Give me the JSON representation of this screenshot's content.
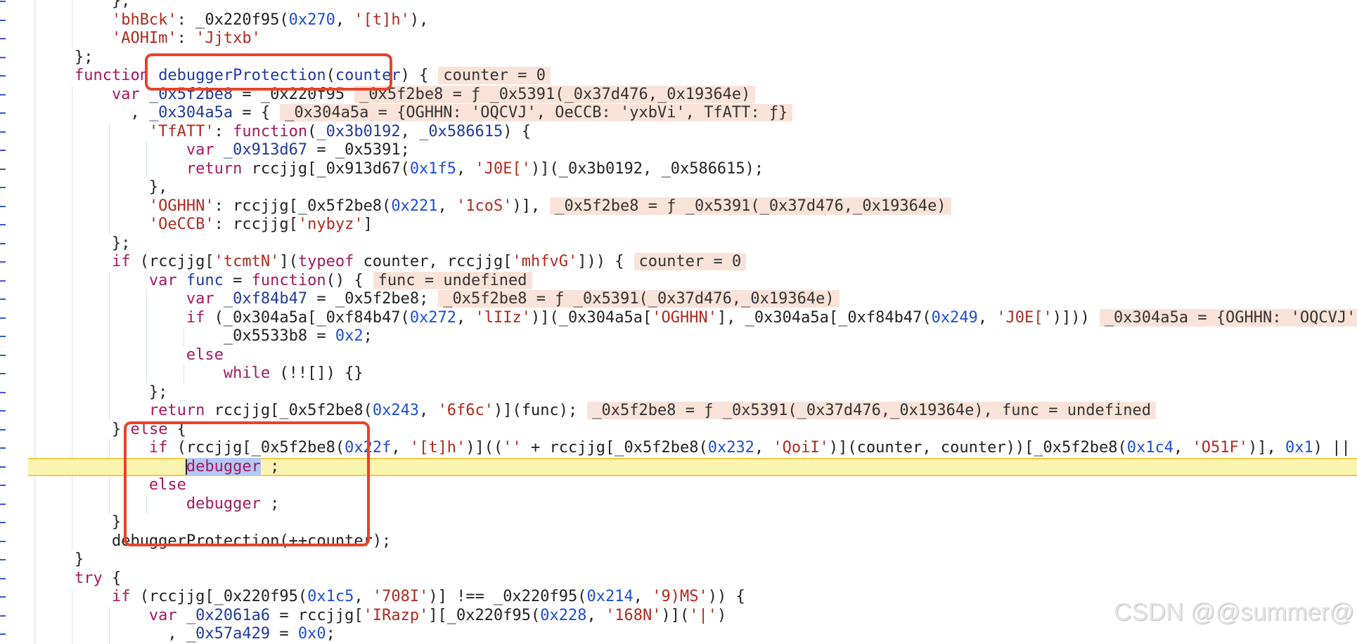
{
  "editor": {
    "current_line": 25,
    "lines": [
      {
        "indent": 12,
        "tokens": [
          [
            "p",
            "},"
          ]
        ]
      },
      {
        "indent": 12,
        "tokens": [
          [
            "s",
            "'bhBck'"
          ],
          [
            "p",
            ": _0x220f95("
          ],
          [
            "n",
            "0x270"
          ],
          [
            "p",
            ", "
          ],
          [
            "s",
            "'[t]h'"
          ],
          [
            "p",
            "),"
          ]
        ]
      },
      {
        "indent": 12,
        "tokens": [
          [
            "s",
            "'AOHIm'"
          ],
          [
            "p",
            ": "
          ],
          [
            "s",
            "'Jjtxb'"
          ]
        ]
      },
      {
        "indent": 8,
        "tokens": [
          [
            "p",
            "};"
          ]
        ]
      },
      {
        "indent": 8,
        "tokens": [
          [
            "k",
            "function"
          ],
          [
            "p",
            " "
          ],
          [
            "d",
            "debuggerProtection"
          ],
          [
            "p",
            "("
          ],
          [
            "d",
            "counter"
          ],
          [
            "p",
            ") {"
          ]
        ],
        "note": "counter = 0"
      },
      {
        "indent": 12,
        "tokens": [
          [
            "k",
            "var"
          ],
          [
            "p",
            " "
          ],
          [
            "d",
            "_0x5f2be8"
          ],
          [
            "p",
            " = _0x220f95"
          ]
        ],
        "note": "_0x5f2be8 = ƒ _0x5391(_0x37d476,_0x19364e)"
      },
      {
        "indent": 14,
        "tokens": [
          [
            "p",
            ", "
          ],
          [
            "d",
            "_0x304a5a"
          ],
          [
            "p",
            " = {"
          ]
        ],
        "note": "_0x304a5a = {OGHHN: 'OQCVJ', OeCCB: 'yxbVi', TfATT: ƒ}"
      },
      {
        "indent": 16,
        "tokens": [
          [
            "s",
            "'TfATT'"
          ],
          [
            "p",
            ": "
          ],
          [
            "k",
            "function"
          ],
          [
            "p",
            "("
          ],
          [
            "d",
            "_0x3b0192"
          ],
          [
            "p",
            ", "
          ],
          [
            "d",
            "_0x586615"
          ],
          [
            "p",
            ") {"
          ]
        ]
      },
      {
        "indent": 20,
        "tokens": [
          [
            "k",
            "var"
          ],
          [
            "p",
            " "
          ],
          [
            "d",
            "_0x913d67"
          ],
          [
            "p",
            " = _0x5391;"
          ]
        ]
      },
      {
        "indent": 20,
        "tokens": [
          [
            "k",
            "return"
          ],
          [
            "p",
            " rccjjg[_0x913d67("
          ],
          [
            "n",
            "0x1f5"
          ],
          [
            "p",
            ", "
          ],
          [
            "s",
            "'J0E['"
          ],
          [
            "p",
            ")](_0x3b0192, _0x586615);"
          ]
        ]
      },
      {
        "indent": 16,
        "tokens": [
          [
            "p",
            "},"
          ]
        ]
      },
      {
        "indent": 16,
        "tokens": [
          [
            "s",
            "'OGHHN'"
          ],
          [
            "p",
            ": rccjjg[_0x5f2be8("
          ],
          [
            "n",
            "0x221"
          ],
          [
            "p",
            ", "
          ],
          [
            "s",
            "'1coS'"
          ],
          [
            "p",
            ")],"
          ]
        ],
        "note": "_0x5f2be8 = ƒ _0x5391(_0x37d476,_0x19364e)"
      },
      {
        "indent": 16,
        "tokens": [
          [
            "s",
            "'OeCCB'"
          ],
          [
            "p",
            ": rccjjg["
          ],
          [
            "s",
            "'nybyz'"
          ],
          [
            "p",
            "]"
          ]
        ]
      },
      {
        "indent": 12,
        "tokens": [
          [
            "p",
            "};"
          ]
        ]
      },
      {
        "indent": 12,
        "tokens": [
          [
            "k",
            "if"
          ],
          [
            "p",
            " (rccjjg["
          ],
          [
            "s",
            "'tcmtN'"
          ],
          [
            "p",
            "]("
          ],
          [
            "k",
            "typeof"
          ],
          [
            "p",
            " counter, rccjjg["
          ],
          [
            "s",
            "'mhfvG'"
          ],
          [
            "p",
            "])) {"
          ]
        ],
        "note": "counter = 0"
      },
      {
        "indent": 16,
        "tokens": [
          [
            "k",
            "var"
          ],
          [
            "p",
            " "
          ],
          [
            "d",
            "func"
          ],
          [
            "p",
            " = "
          ],
          [
            "k",
            "function"
          ],
          [
            "p",
            "() {"
          ]
        ],
        "note": "func = undefined"
      },
      {
        "indent": 20,
        "tokens": [
          [
            "k",
            "var"
          ],
          [
            "p",
            " "
          ],
          [
            "d",
            "_0xf84b47"
          ],
          [
            "p",
            " = _0x5f2be8;"
          ]
        ],
        "note": "_0x5f2be8 = ƒ _0x5391(_0x37d476,_0x19364e)"
      },
      {
        "indent": 20,
        "tokens": [
          [
            "k",
            "if"
          ],
          [
            "p",
            " (_0x304a5a[_0xf84b47("
          ],
          [
            "n",
            "0x272"
          ],
          [
            "p",
            ", "
          ],
          [
            "s",
            "'lIIz'"
          ],
          [
            "p",
            ")](_0x304a5a["
          ],
          [
            "s",
            "'OGHHN'"
          ],
          [
            "p",
            "], _0x304a5a[_0xf84b47("
          ],
          [
            "n",
            "0x249"
          ],
          [
            "p",
            ", "
          ],
          [
            "s",
            "'J0E['"
          ],
          [
            "p",
            ")]))"
          ]
        ],
        "note": "_0x304a5a = {OGHHN: 'OQCVJ'"
      },
      {
        "indent": 24,
        "tokens": [
          [
            "p",
            "_0x5533b8 = "
          ],
          [
            "n",
            "0x2"
          ],
          [
            "p",
            ";"
          ]
        ]
      },
      {
        "indent": 20,
        "tokens": [
          [
            "k",
            "else"
          ]
        ]
      },
      {
        "indent": 24,
        "tokens": [
          [
            "k",
            "while"
          ],
          [
            "p",
            " (!![]) {}"
          ]
        ]
      },
      {
        "indent": 16,
        "tokens": [
          [
            "p",
            "};"
          ]
        ]
      },
      {
        "indent": 16,
        "tokens": [
          [
            "k",
            "return"
          ],
          [
            "p",
            " rccjjg[_0x5f2be8("
          ],
          [
            "n",
            "0x243"
          ],
          [
            "p",
            ", "
          ],
          [
            "s",
            "'6f6c'"
          ],
          [
            "p",
            ")](func);"
          ]
        ],
        "note": "_0x5f2be8 = ƒ _0x5391(_0x37d476,_0x19364e), func = undefined"
      },
      {
        "indent": 12,
        "tokens": [
          [
            "p",
            "} "
          ],
          [
            "k",
            "else"
          ],
          [
            "p",
            " {"
          ]
        ]
      },
      {
        "indent": 16,
        "tokens": [
          [
            "k",
            "if"
          ],
          [
            "p",
            " (rccjjg[_0x5f2be8("
          ],
          [
            "n",
            "0x22f"
          ],
          [
            "p",
            ", "
          ],
          [
            "s",
            "'[t]h'"
          ],
          [
            "p",
            ")](("
          ],
          [
            "s",
            "''"
          ],
          [
            "p",
            " + rccjjg[_0x5f2be8("
          ],
          [
            "n",
            "0x232"
          ],
          [
            "p",
            ", "
          ],
          [
            "s",
            "'QoiI'"
          ],
          [
            "p",
            ")](counter, counter))[_0x5f2be8("
          ],
          [
            "n",
            "0x1c4"
          ],
          [
            "p",
            ", "
          ],
          [
            "s",
            "'O51F'"
          ],
          [
            "p",
            ")], "
          ],
          [
            "n",
            "0x1"
          ],
          [
            "p",
            ") ||"
          ]
        ]
      },
      {
        "indent": 20,
        "tokens": [
          [
            "sel",
            "debugger"
          ],
          [
            "p",
            " ;"
          ]
        ]
      },
      {
        "indent": 16,
        "tokens": [
          [
            "k",
            "else"
          ]
        ]
      },
      {
        "indent": 20,
        "tokens": [
          [
            "k",
            "debugger"
          ],
          [
            "p",
            " ;"
          ]
        ]
      },
      {
        "indent": 12,
        "tokens": [
          [
            "p",
            "}"
          ]
        ]
      },
      {
        "indent": 12,
        "tokens": [
          [
            "p",
            "debuggerProtection(++counter);"
          ]
        ]
      },
      {
        "indent": 8,
        "tokens": [
          [
            "p",
            "}"
          ]
        ]
      },
      {
        "indent": 8,
        "tokens": [
          [
            "k",
            "try"
          ],
          [
            "p",
            " {"
          ]
        ]
      },
      {
        "indent": 12,
        "tokens": [
          [
            "k",
            "if"
          ],
          [
            "p",
            " (rccjjg[_0x220f95("
          ],
          [
            "n",
            "0x1c5"
          ],
          [
            "p",
            ", "
          ],
          [
            "s",
            "'708I'"
          ],
          [
            "p",
            ")] !== _0x220f95("
          ],
          [
            "n",
            "0x214"
          ],
          [
            "p",
            ", "
          ],
          [
            "s",
            "'9)MS'"
          ],
          [
            "p",
            ")) {"
          ]
        ]
      },
      {
        "indent": 16,
        "tokens": [
          [
            "k",
            "var"
          ],
          [
            "p",
            " "
          ],
          [
            "d",
            "_0x2061a6"
          ],
          [
            "p",
            " = rccjjg["
          ],
          [
            "s",
            "'IRazp'"
          ],
          [
            "p",
            "][_0x220f95("
          ],
          [
            "n",
            "0x228"
          ],
          [
            "p",
            ", "
          ],
          [
            "s",
            "'168N'"
          ],
          [
            "p",
            ")]("
          ],
          [
            "s",
            "'|'"
          ],
          [
            "p",
            ")"
          ]
        ]
      },
      {
        "indent": 18,
        "tokens": [
          [
            "p",
            ", "
          ],
          [
            "d",
            "_0x57a429"
          ],
          [
            "p",
            " = "
          ],
          [
            "n",
            "0x0"
          ],
          [
            "p",
            ";"
          ]
        ]
      }
    ]
  },
  "watermark": "CSDN @@summer@",
  "colors": {
    "highlight_box": "#e8432b",
    "current_line": "#fbf3b0",
    "inline_value_bg": "#f9e3d8"
  }
}
